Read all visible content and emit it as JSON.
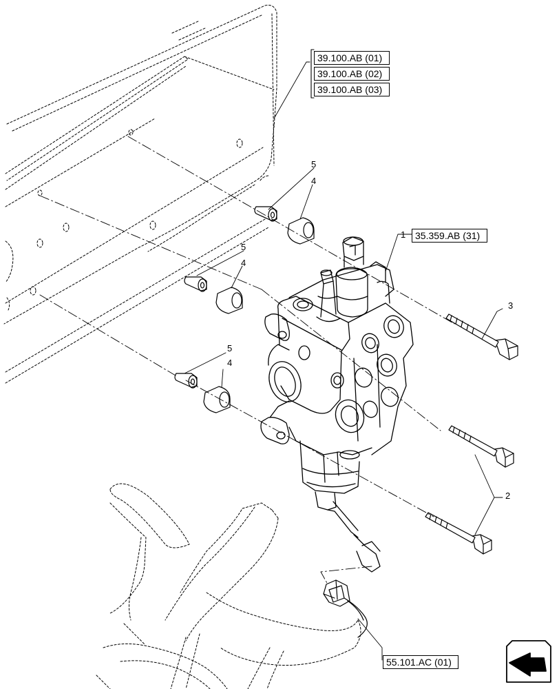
{
  "references": {
    "frame": [
      "39.100.AB (01)",
      "39.100.AB (02)",
      "39.100.AB (03)"
    ],
    "valve": "35.359.AB (31)",
    "harness": "55.101.AC (01)"
  },
  "callouts": {
    "valve": "1",
    "bolt_long": "2",
    "bolt_short": "3",
    "spacer": "4",
    "bushing": "5"
  },
  "nav_icon": "arrow-back-icon",
  "colors": {
    "line": "#000000",
    "background": "#ffffff"
  }
}
